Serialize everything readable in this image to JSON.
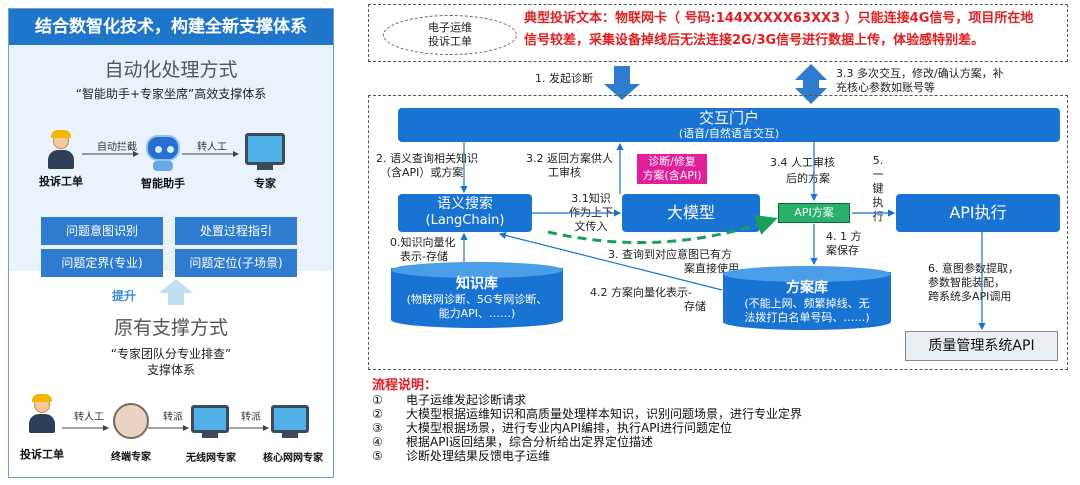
{
  "left": {
    "title": "结合数智化技术，构建全新支撑体系",
    "auto_title": "自动化处理方式",
    "auto_sub": "“智能助手+专家坐席”高效支撑体系",
    "auto_flow": {
      "complaint_label": "投诉工单",
      "arrow1": "自动拦截",
      "assistant_label": "智能助手",
      "arrow2": "转人工",
      "expert_label": "专家"
    },
    "boxes": [
      "问题意图识别",
      "处置过程指引",
      "问题定界(专业)",
      "问题定位(子场景)"
    ],
    "boost": "提升",
    "orig_title": "原有支撑方式",
    "orig_sub_line1": "“专家团队分专业排查”",
    "orig_sub_line2": "支撑体系",
    "orig_flow": {
      "complaint_label": "投诉工单",
      "arrow1": "转人工",
      "terminal_label": "终端专家",
      "arrow2": "转派",
      "wireless_label": "无线网专家",
      "arrow3": "转派",
      "core_label": "核心网网专家"
    }
  },
  "right": {
    "ticket_line1": "电子运维",
    "ticket_line2": "投诉工单",
    "complaint_line1": "典型投诉文本：物联网卡（ 号码:144XXXXX63XX3 ）只能连接4G信号，项目所在地",
    "complaint_line2": "信号较差，采集设备掉线后无法连接2G/3G信号进行数据上传，体验感特别差。",
    "step1": "1. 发起诊断",
    "step33_line1": "3.3 多次交互，修改/确认方案，补",
    "step33_line2": "充核心参数如账号等",
    "portal_title": "交互门户",
    "portal_sub": "(语音/自然语言交互)",
    "step2_line1": "2. 语义查询相关知识",
    "step2_line2": "（含API）或方案",
    "step32_line1": "3.2 返回方案供人",
    "step32_line2": "工审核",
    "repair_line1": "诊断/修复",
    "repair_line2": "方案(含API)",
    "step34_line1": "3.4 人工审核",
    "step34_line2": "后的方案",
    "step5": [
      "5.",
      "一",
      "键",
      "执",
      "行"
    ],
    "semantic_line1": "语义搜索",
    "semantic_line2": "(LangChain)",
    "step31_line1": "3.1知识",
    "step31_line2": "作为上下",
    "step31_line3": "文传入",
    "llm": "大模型",
    "api_plan": "API方案",
    "api_exec": "API执行",
    "step0_line1": "0.知识向量化",
    "step0_line2": "表示-存储",
    "step3_line1": "3. 查询到对应意图已有方",
    "step3_line2": "案直接使用",
    "step41_line1": "4. 1 方",
    "step41_line2": "案保存",
    "kb_title": "知识库",
    "kb_line1": "(物联网诊断、5G专网诊断、",
    "kb_line2": "能力API、……)",
    "step42_line1": "4.2  方案向量化表示-",
    "step42_line2": "存储",
    "plan_title": "方案库",
    "plan_line1": "(不能上网、频繁掉线、无",
    "plan_line2": "法拨打白名单号码、……)",
    "step6_line1": "6. 意图参数提取，",
    "step6_line2": "参数智能装配，",
    "step6_line3": "跨系统多API调用",
    "quality_api": "质量管理系统API"
  },
  "flow": {
    "title": "流程说明：",
    "items": [
      {
        "num": "①",
        "text": "电子运维发起诊断请求"
      },
      {
        "num": "②",
        "text": "大模型根据运维知识和高质量处理样本知识，识别问题场景，进行专业定界"
      },
      {
        "num": "③",
        "text": "大模型根据场景，进行专业内API编排，执行API进行问题定位"
      },
      {
        "num": "④",
        "text": "根据API返回结果，综合分析给出定界定位描述"
      },
      {
        "num": "⑤",
        "text": "诊断处理结果反馈电子运维"
      }
    ]
  },
  "colors": {
    "title_blue": "#1f75c9",
    "box_blue": "#1873d3",
    "red_text": "#e02020",
    "magenta": "#e21f9a",
    "api_green": "#29b06a",
    "dashed_green": "#1aa05a",
    "left_panel_bg": "#eaf2fb"
  }
}
